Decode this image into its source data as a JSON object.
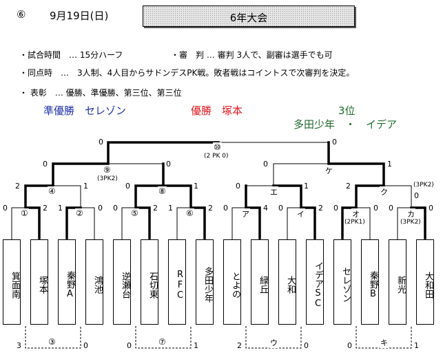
{
  "header": {
    "match_no": "⑥",
    "date": "9月19日(日)",
    "title": "6年大会"
  },
  "rules": [
    {
      "text": "試合時間　… 15分ハーフ"
    },
    {
      "text": "審　判 … 審判 3人で、副審は選手でも可"
    },
    {
      "text": "同点時　…　3人制、4人目からサドンデスPK戦。敗者戦はコイントスで次審判を決定。"
    },
    {
      "text": "表彰　… 優勝、準優勝、第三位、第三位"
    }
  ],
  "awards": {
    "runner_up": "準優勝　セレゾン",
    "winner": "優勝　塚本",
    "third_label": "3位",
    "third_teams": "多田少年　・　イデア"
  },
  "colors": {
    "runner_up": "#1f2fa8",
    "winner": "#e0161c",
    "third": "#1e6b2a"
  },
  "teams": [
    "箕面南",
    "塚本",
    "秦野A",
    "鴻池",
    "逆瀬台",
    "石切東",
    "RFC",
    "多田少年",
    "とよの",
    "緑丘",
    "大和",
    "イデアSC",
    "セレゾン",
    "秦野B",
    "新光",
    "大和田"
  ],
  "first_round": [
    {
      "label": "①",
      "left_score": "0",
      "right_score": "2"
    },
    {
      "label": "②",
      "left_score": "1",
      "right_score": "0"
    },
    {
      "label": "⑤",
      "left_score": "0",
      "right_score": "2"
    },
    {
      "label": "⑥",
      "left_score": "1",
      "right_score": "2"
    },
    {
      "label": "ア",
      "left_score": "0",
      "right_score": "4"
    },
    {
      "label": "イ",
      "left_score": "0",
      "right_score": "2"
    },
    {
      "label": "オ",
      "left_score": "0",
      "right_score": "0",
      "note": "(2PK1)"
    },
    {
      "label": "カ",
      "left_score": "0",
      "right_score": "0",
      "note": "(3PK2)"
    }
  ],
  "quarter_finals": [
    {
      "label": "④",
      "left_score": "2",
      "right_score": "1"
    },
    {
      "label": "⑧",
      "left_score": "0",
      "right_score": "1"
    },
    {
      "label": "エ",
      "left_score": "0",
      "right_score": "1"
    },
    {
      "label": "ク",
      "left_score": "2",
      "right_score": "0",
      "note": "(3PK2)"
    }
  ],
  "semi_finals": [
    {
      "label": "⑨",
      "left_score": "0",
      "right_score": "0",
      "note": "(3PK2)"
    },
    {
      "label": "ケ",
      "left_score": "0",
      "right_score": "1"
    }
  ],
  "final": {
    "label": "⑩",
    "left_score": "0",
    "right_score": "0",
    "note": "(2 PK 0)"
  },
  "consolation": [
    {
      "label": "③",
      "left_score": "3",
      "right_score": "0"
    },
    {
      "label": "⑦",
      "left_score": "0",
      "right_score": "1"
    },
    {
      "label": "ウ",
      "left_score": "2",
      "right_score": "0"
    },
    {
      "label": "キ",
      "left_score": "0",
      "right_score": "1"
    }
  ]
}
